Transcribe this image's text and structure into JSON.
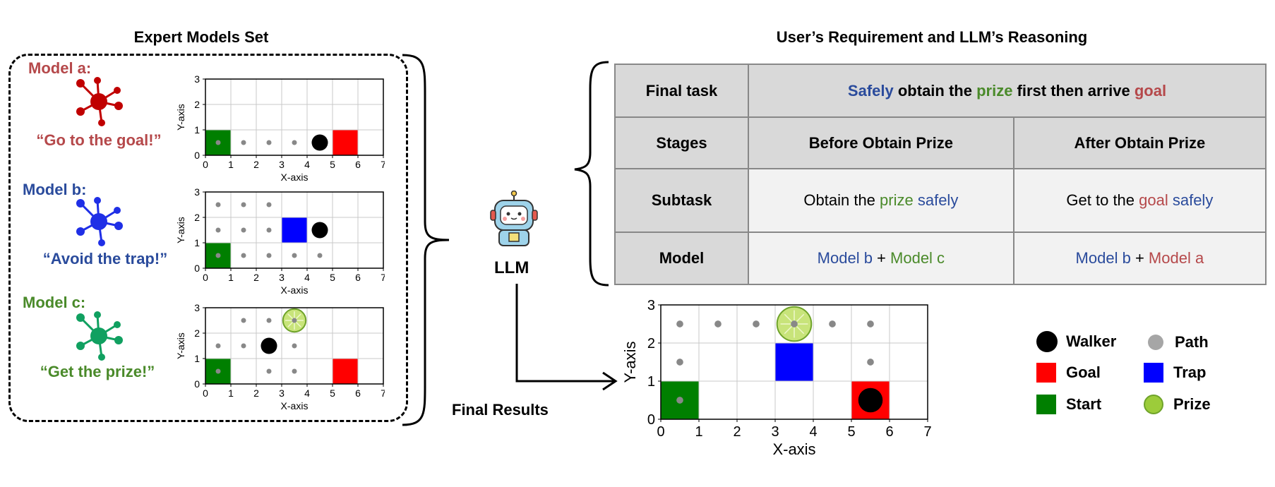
{
  "headers": {
    "left": "Expert Models Set",
    "right": "User’s Requirement and LLM’s Reasoning"
  },
  "models": [
    {
      "label": "Model a:",
      "quote": "“Go to the goal!”",
      "color": "#b5484a"
    },
    {
      "label": "Model b:",
      "quote": "“Avoid the trap!”",
      "color": "#2a4b9c"
    },
    {
      "label": "Model c:",
      "quote": "“Get the prize!”",
      "color": "#4a8a2a"
    }
  ],
  "llm": {
    "label": "LLM"
  },
  "final_results_label": "Final Results",
  "table": {
    "final_task_label": "Final task",
    "final_task": [
      {
        "text": "Safely",
        "color": "#2a4b9c"
      },
      {
        "text": " obtain the ",
        "color": "#000000"
      },
      {
        "text": "prize",
        "color": "#4a8a2a"
      },
      {
        "text": " first then arrive ",
        "color": "#000000"
      },
      {
        "text": "goal",
        "color": "#b5484a"
      }
    ],
    "stages_label": "Stages",
    "stage1": "Before Obtain Prize",
    "stage2": "After Obtain Prize",
    "subtask_label": "Subtask",
    "subtask1": [
      {
        "text": "Obtain the ",
        "color": "#000000"
      },
      {
        "text": "prize",
        "color": "#4a8a2a"
      },
      {
        "text": " safely",
        "color": "#2a4b9c"
      }
    ],
    "subtask2": [
      {
        "text": "Get to the ",
        "color": "#000000"
      },
      {
        "text": "goal",
        "color": "#b5484a"
      },
      {
        "text": " safely",
        "color": "#2a4b9c"
      }
    ],
    "model_label": "Model",
    "model1": [
      {
        "text": "Model b",
        "color": "#2a4b9c"
      },
      {
        "text": " + ",
        "color": "#000000"
      },
      {
        "text": "Model c",
        "color": "#4a8a2a"
      }
    ],
    "model2": [
      {
        "text": "Model b",
        "color": "#2a4b9c"
      },
      {
        "text": " + ",
        "color": "#000000"
      },
      {
        "text": "Model a",
        "color": "#b5484a"
      }
    ]
  },
  "legend": {
    "walker": "Walker",
    "path": "Path",
    "goal": "Goal",
    "trap": "Trap",
    "start": "Start",
    "prize": "Prize"
  },
  "colors": {
    "start": "#007f00",
    "goal": "#ff0000",
    "trap": "#0000ff",
    "walker": "#000000",
    "path": "#888888",
    "prize": "#9ccc3a"
  },
  "chart_data": [
    {
      "type": "scatter",
      "name": "Model a grid",
      "xlabel": "X-axis",
      "ylabel": "Y-axis",
      "xlim": [
        0,
        7
      ],
      "ylim": [
        0,
        3
      ],
      "xticks": [
        0,
        1,
        2,
        3,
        4,
        5,
        6,
        7
      ],
      "yticks": [
        0,
        1,
        2,
        3
      ],
      "cells": [
        {
          "kind": "start",
          "x": 0,
          "y": 0
        },
        {
          "kind": "goal",
          "x": 5,
          "y": 0
        }
      ],
      "path": [
        [
          0.5,
          0.5
        ],
        [
          1.5,
          0.5
        ],
        [
          2.5,
          0.5
        ],
        [
          3.5,
          0.5
        ]
      ],
      "walker": [
        4.5,
        0.5
      ],
      "prize": null
    },
    {
      "type": "scatter",
      "name": "Model b grid",
      "xlabel": "X-axis",
      "ylabel": "Y-axis",
      "xlim": [
        0,
        7
      ],
      "ylim": [
        0,
        3
      ],
      "xticks": [
        0,
        1,
        2,
        3,
        4,
        5,
        6,
        7
      ],
      "yticks": [
        0,
        1,
        2,
        3
      ],
      "cells": [
        {
          "kind": "start",
          "x": 0,
          "y": 0
        },
        {
          "kind": "trap",
          "x": 3,
          "y": 1
        }
      ],
      "path": [
        [
          0.5,
          2.5
        ],
        [
          1.5,
          2.5
        ],
        [
          2.5,
          2.5
        ],
        [
          0.5,
          1.5
        ],
        [
          1.5,
          1.5
        ],
        [
          2.5,
          1.5
        ],
        [
          0.5,
          0.5
        ],
        [
          1.5,
          0.5
        ],
        [
          2.5,
          0.5
        ],
        [
          3.5,
          0.5
        ],
        [
          4.5,
          0.5
        ]
      ],
      "walker": [
        4.5,
        1.5
      ],
      "prize": null
    },
    {
      "type": "scatter",
      "name": "Model c grid",
      "xlabel": "X-axis",
      "ylabel": "Y-axis",
      "xlim": [
        0,
        7
      ],
      "ylim": [
        0,
        3
      ],
      "xticks": [
        0,
        1,
        2,
        3,
        4,
        5,
        6,
        7
      ],
      "yticks": [
        0,
        1,
        2,
        3
      ],
      "cells": [
        {
          "kind": "start",
          "x": 0,
          "y": 0
        },
        {
          "kind": "goal",
          "x": 5,
          "y": 0
        }
      ],
      "path": [
        [
          1.5,
          2.5
        ],
        [
          2.5,
          2.5
        ],
        [
          0.5,
          1.5
        ],
        [
          1.5,
          1.5
        ],
        [
          3.5,
          1.5
        ],
        [
          0.5,
          0.5
        ],
        [
          2.5,
          0.5
        ],
        [
          3.5,
          0.5
        ]
      ],
      "walker": [
        2.5,
        1.5
      ],
      "prize": [
        3.5,
        2.5
      ]
    },
    {
      "type": "scatter",
      "name": "Final results grid",
      "xlabel": "X-axis",
      "ylabel": "Y-axis",
      "xlim": [
        0,
        7
      ],
      "ylim": [
        0,
        3
      ],
      "xticks": [
        0,
        1,
        2,
        3,
        4,
        5,
        6,
        7
      ],
      "yticks": [
        0,
        1,
        2,
        3
      ],
      "cells": [
        {
          "kind": "start",
          "x": 0,
          "y": 0
        },
        {
          "kind": "trap",
          "x": 3,
          "y": 1
        },
        {
          "kind": "goal",
          "x": 5,
          "y": 0
        }
      ],
      "path": [
        [
          0.5,
          2.5
        ],
        [
          1.5,
          2.5
        ],
        [
          2.5,
          2.5
        ],
        [
          4.5,
          2.5
        ],
        [
          5.5,
          2.5
        ],
        [
          0.5,
          1.5
        ],
        [
          5.5,
          1.5
        ],
        [
          0.5,
          0.5
        ]
      ],
      "walker": [
        5.5,
        0.5
      ],
      "prize": [
        3.5,
        2.5
      ]
    }
  ]
}
